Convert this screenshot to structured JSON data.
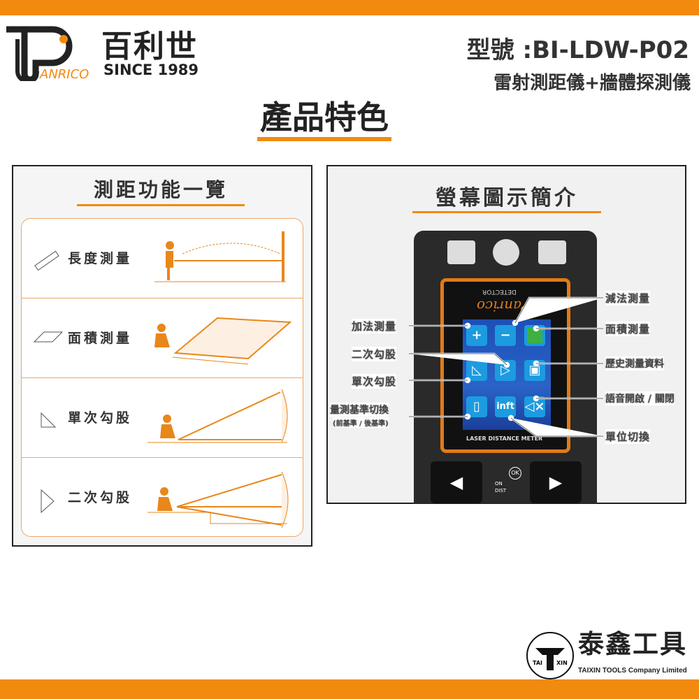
{
  "header": {
    "brand_cn": "百利世",
    "brand_en": "PANRICO",
    "since": "SINCE 1989",
    "model": "型號 :BI-LDW-P02",
    "subtitle": "雷射測距儀+牆體探測儀"
  },
  "features_title": "產品特色",
  "left_panel": {
    "title": "測距功能一覽",
    "items": [
      {
        "label": "長度測量",
        "icon": "ruler-icon"
      },
      {
        "label": "面積測量",
        "icon": "area-icon"
      },
      {
        "label": "單次勾股",
        "icon": "right-triangle-icon"
      },
      {
        "label": "二次勾股",
        "icon": "double-triangle-icon"
      }
    ]
  },
  "right_panel": {
    "title": "螢幕圖示簡介",
    "device": {
      "brand": "Panrico",
      "top_label": "DETECTOR",
      "bottom_label": "LASER DISTANCE METER",
      "key_unit": "inft",
      "ok": "OK",
      "on": "ON",
      "dist": "DIST"
    },
    "callouts_left": [
      "加法測量",
      "二次勾股",
      "單次勾股",
      "量測基準切換",
      "(前基準 / 後基準)"
    ],
    "callouts_right": [
      "減法測量",
      "面積測量",
      "歷史測量資料",
      "語音開啟 / 關閉",
      "單位切換"
    ]
  },
  "footer": {
    "company_cn": "泰鑫工具",
    "company_en": "TAIXIN TOOLS Company Limited",
    "logo_text": "TAI XIN"
  },
  "colors": {
    "accent": "#f28a0f",
    "key_blue": "#1c9be0"
  }
}
